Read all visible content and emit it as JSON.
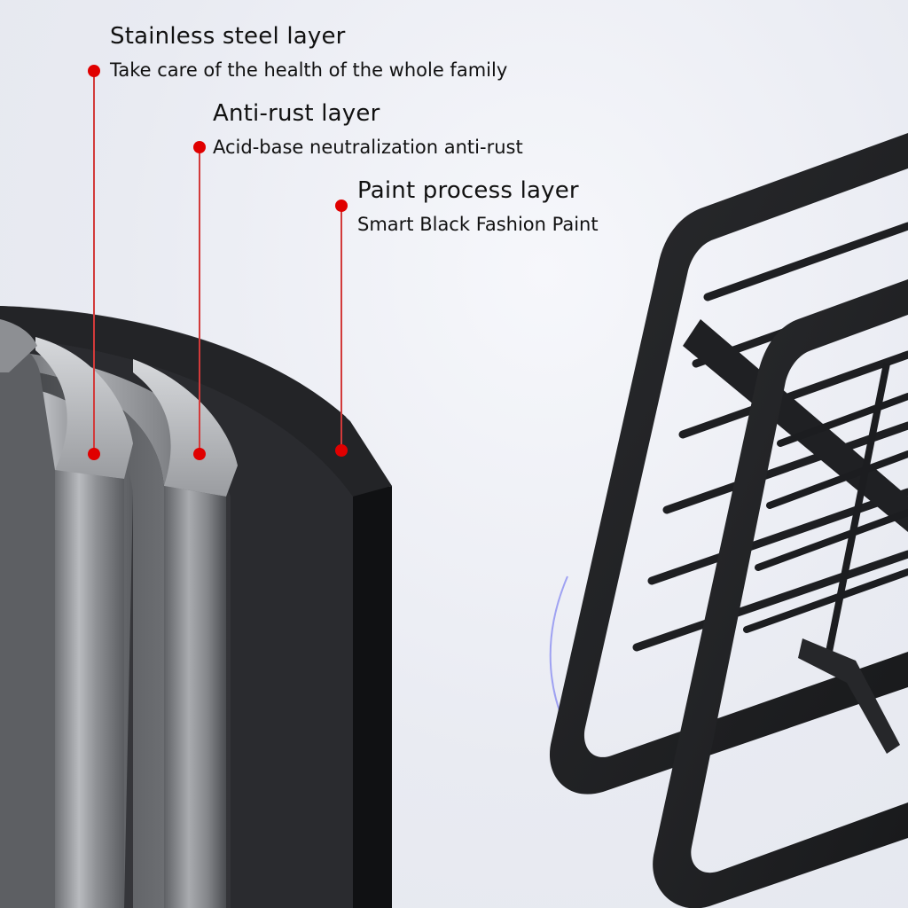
{
  "layers": [
    {
      "title": "Stainless steel layer",
      "description": "Take care of the health of the whole family"
    },
    {
      "title": "Anti-rust layer",
      "description": "Acid-base neutralization anti-rust"
    },
    {
      "title": "Paint process layer",
      "description": "Smart Black Fashion Paint"
    }
  ],
  "colors": {
    "marker": "#e00000",
    "leader_line": "#d23a3a",
    "paint": "#1a1b1e",
    "steel": "#9ea0a4"
  }
}
